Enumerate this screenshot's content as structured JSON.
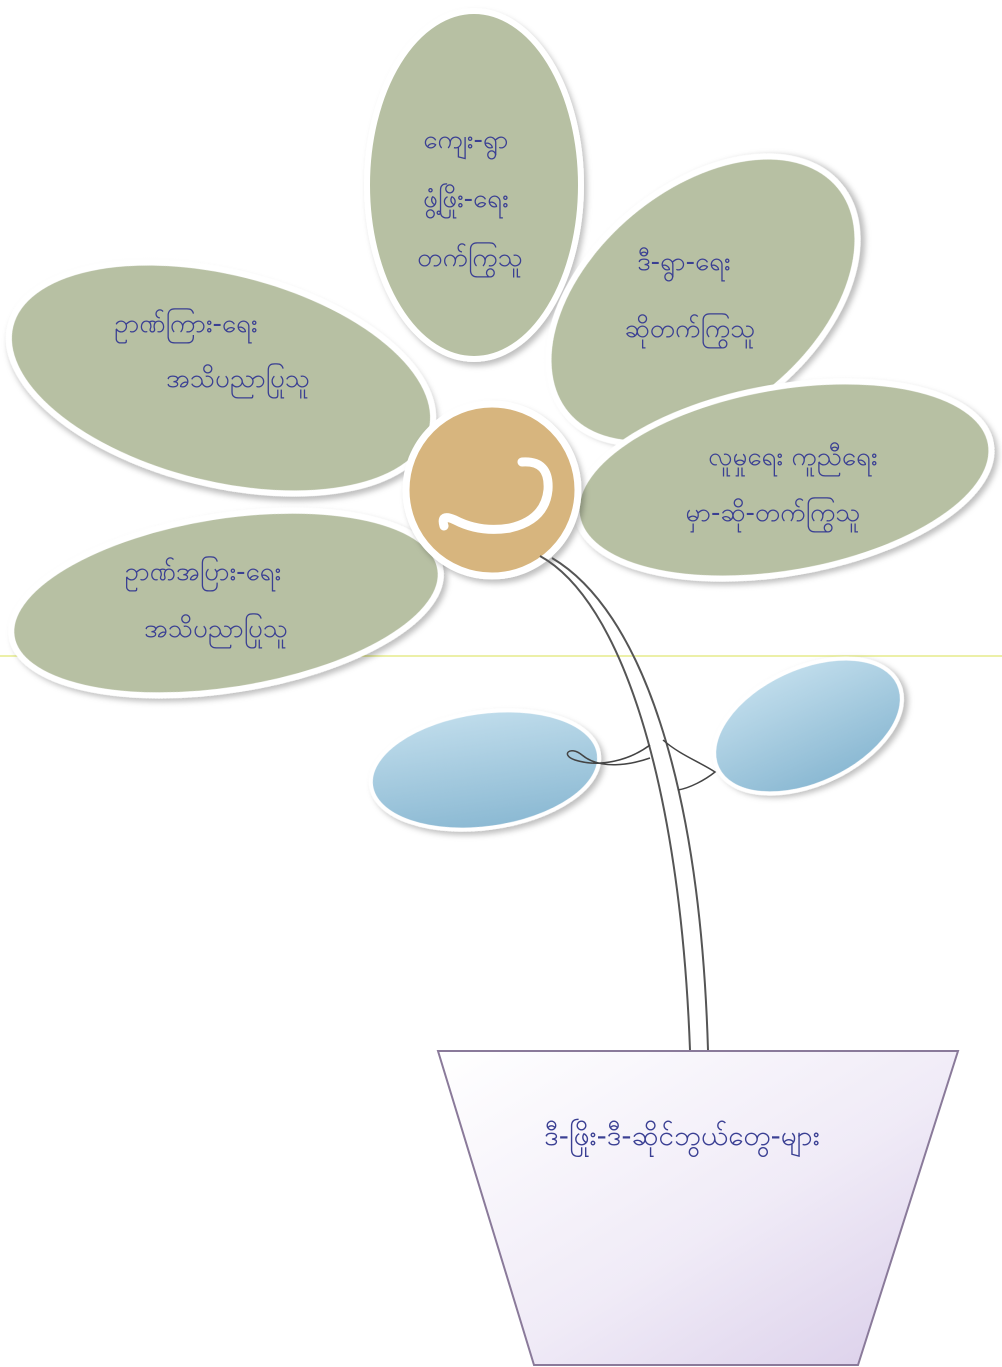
{
  "diagram": {
    "colors": {
      "petal_fill": "#b7c0a3",
      "petal_stroke": "#ffffff",
      "center_fill": "#d7b57e",
      "leaf_fill": "#9ec6db",
      "stem_stroke": "#555555",
      "pot_fill": "#ebe3f4",
      "pot_stroke": "#8a7a9a",
      "text_color": "#3a3f93",
      "guide_line": "#e6ec8c"
    },
    "petals": [
      {
        "id": "top",
        "lines": [
          "ကျေး-ရွာ",
          "ဖွံ့ဖြိုး-ရေး",
          "တက်ကြွသူ"
        ]
      },
      {
        "id": "upper-right",
        "lines": [
          "ဒီ-ရွာ-ရေး",
          "ဆိုတက်ကြွသူ"
        ]
      },
      {
        "id": "right",
        "lines": [
          "လူမှုရေး ကူညီရေး",
          "မှာ-ဆို-တက်ကြွသူ"
        ]
      },
      {
        "id": "upper-left",
        "lines": [
          "ဥာဏ်ကြား-ရေး",
          "အသိပညာပြုသူ"
        ]
      },
      {
        "id": "lower-left",
        "lines": [
          "ဥာဏ်အပြား-ရေး",
          "အသိပညာပြုသူ"
        ]
      }
    ],
    "pot": {
      "label": "ဒီ-ဖြိုး-ဒီ-ဆိုင်ဘွယ်တွေ-များ"
    }
  }
}
